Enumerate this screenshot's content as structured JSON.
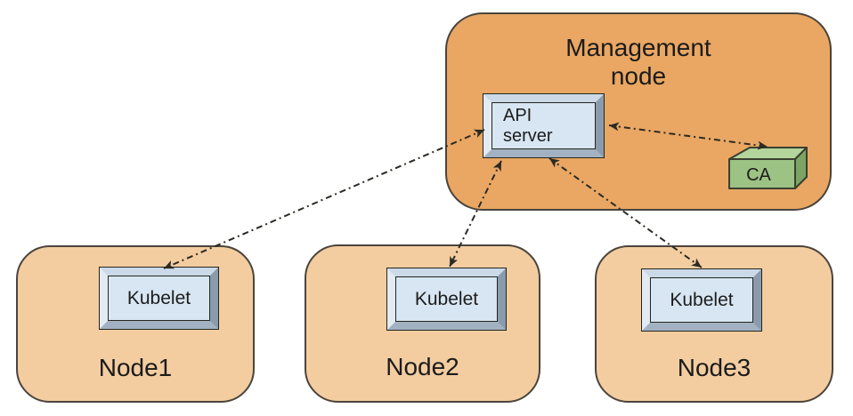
{
  "management_node": {
    "title_line1": "Management",
    "title_line2": "node",
    "fill": "#E9A763",
    "border_color": "#4A443C"
  },
  "api_server": {
    "label": "API\nserver"
  },
  "ca": {
    "label": "CA",
    "front_color": "#9CC284",
    "top_color": "#B3D49B",
    "side_color": "#7CA464"
  },
  "nodes": [
    {
      "label": "Node1",
      "component_label": "Kubelet"
    },
    {
      "label": "Node2",
      "component_label": "Kubelet"
    },
    {
      "label": "Node3",
      "component_label": "Kubelet"
    }
  ],
  "node_style": {
    "fill": "#F3CDA0",
    "border_color": "#4A443C"
  },
  "component_box_style": {
    "panel_fill": "#D8E6F3",
    "bevel_top": "#CBD9E8",
    "bevel_left": "#E2EAF2",
    "bevel_bottom": "#A3B2C2",
    "bevel_right": "#8A9BAE"
  },
  "edges": [
    {
      "from": "Kubelet (Node1)",
      "to": "API server",
      "bidirectional": true,
      "style": "dash-dot"
    },
    {
      "from": "Kubelet (Node2)",
      "to": "API server",
      "bidirectional": true,
      "style": "dash-dot"
    },
    {
      "from": "Kubelet (Node3)",
      "to": "API server",
      "bidirectional": true,
      "style": "dash-dot"
    },
    {
      "from": "API server",
      "to": "CA",
      "bidirectional": true,
      "style": "dash-dot"
    }
  ],
  "edge_color": "#2B2A24"
}
